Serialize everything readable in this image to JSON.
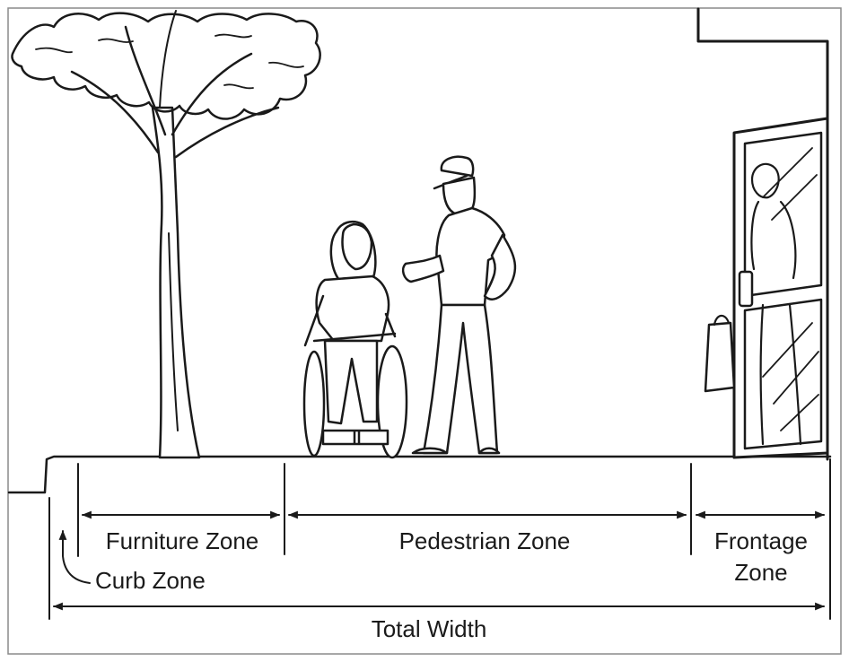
{
  "labels": {
    "furniture_zone": "Furniture Zone",
    "pedestrian_zone": "Pedestrian Zone",
    "frontage_zone_line1": "Frontage",
    "frontage_zone_line2": "Zone",
    "curb_zone": "Curb Zone",
    "total_width": "Total Width"
  },
  "colors": {
    "ink": "#1a1a1a",
    "background": "#ffffff",
    "frame": "#8a8a8a"
  },
  "icons": [
    "tree-icon",
    "wheelchair-user-icon",
    "pedestrian-man-icon",
    "shop-door-icon",
    "person-behind-door-icon",
    "arrowhead-icon"
  ]
}
